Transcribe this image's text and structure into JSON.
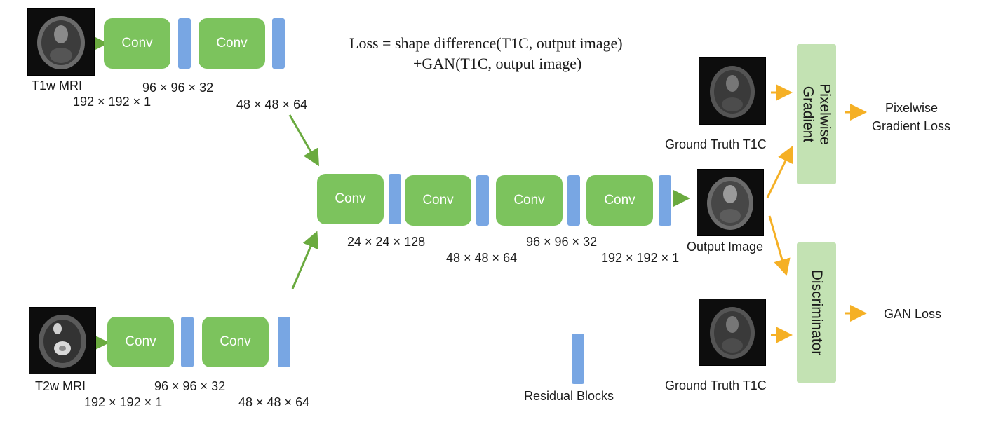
{
  "inputs": {
    "t1w": {
      "label": "T1w MRI",
      "size": "192 × 192 × 1"
    },
    "t2w": {
      "label": "T2w MRI",
      "size": "192 × 192 × 1"
    }
  },
  "conv_label": "Conv",
  "encoder_top": {
    "dim1": "96 × 96 × 32",
    "dim2": "48 × 48 × 64"
  },
  "encoder_bottom": {
    "dim1": "96 × 96 × 32",
    "dim2": "48 × 48 × 64"
  },
  "decoder": {
    "dims": [
      "24 × 24 × 128",
      "48 × 48 × 64",
      "96 × 96 × 32",
      "192 × 192 × 1"
    ]
  },
  "loss_formula": {
    "line1": "Loss = shape difference(T1C, output image)",
    "line2": "+GAN(T1C, output image)"
  },
  "output_image_label": "Output Image",
  "ground_truth_label": "Ground Truth T1C",
  "pixelwise_gradient": {
    "panel_line1": "Pixelwise",
    "panel_line2": "Gradient",
    "loss_line1": "Pixelwise",
    "loss_line2": "Gradient Loss"
  },
  "discriminator": {
    "panel_label": "Discriminator",
    "loss_label": "GAN Loss"
  },
  "legend": {
    "residual_blocks": "Residual Blocks"
  },
  "colors": {
    "conv": "#7cc35d",
    "residual": "#78a6e3",
    "panel": "#c3e2b3",
    "green_arrow": "#6aaa3f",
    "orange_arrow": "#f5b025"
  }
}
